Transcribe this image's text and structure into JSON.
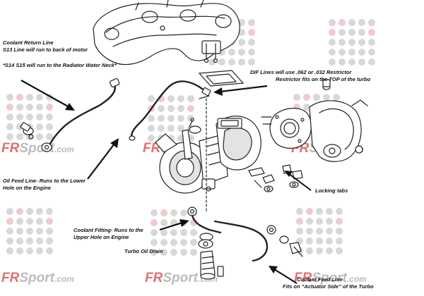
{
  "watermark": {
    "fr": "FR",
    "sport": "Sport",
    "com": ".com"
  },
  "labels": {
    "coolant_return_1": "Coolant Return Line",
    "coolant_return_2": "S13 Line will run to back of motor",
    "coolant_return_3": "*S14 S15 will run to the Radiator Water Neck*",
    "dif_1": "DIF Lines will use .062 or .032 Restrictor",
    "dif_2": "Restrictor fits on the TOP of the turbo",
    "oil_feed_1": "Oil Feed Line- Runs to the Lower",
    "oil_feed_2": "Hole on the Engine",
    "locking_tabs": "Locking tabs",
    "coolant_fitting_1": "Coolant Fitting-  Runs to the",
    "coolant_fitting_2": "Upper Hole on Engine",
    "turbo_oil_drain": "Turbo Oil Drain",
    "coolant_feed_1": "Coolant Feed Line",
    "coolant_feed_2": "Fits on “Actuator Side” of the Turbo"
  }
}
